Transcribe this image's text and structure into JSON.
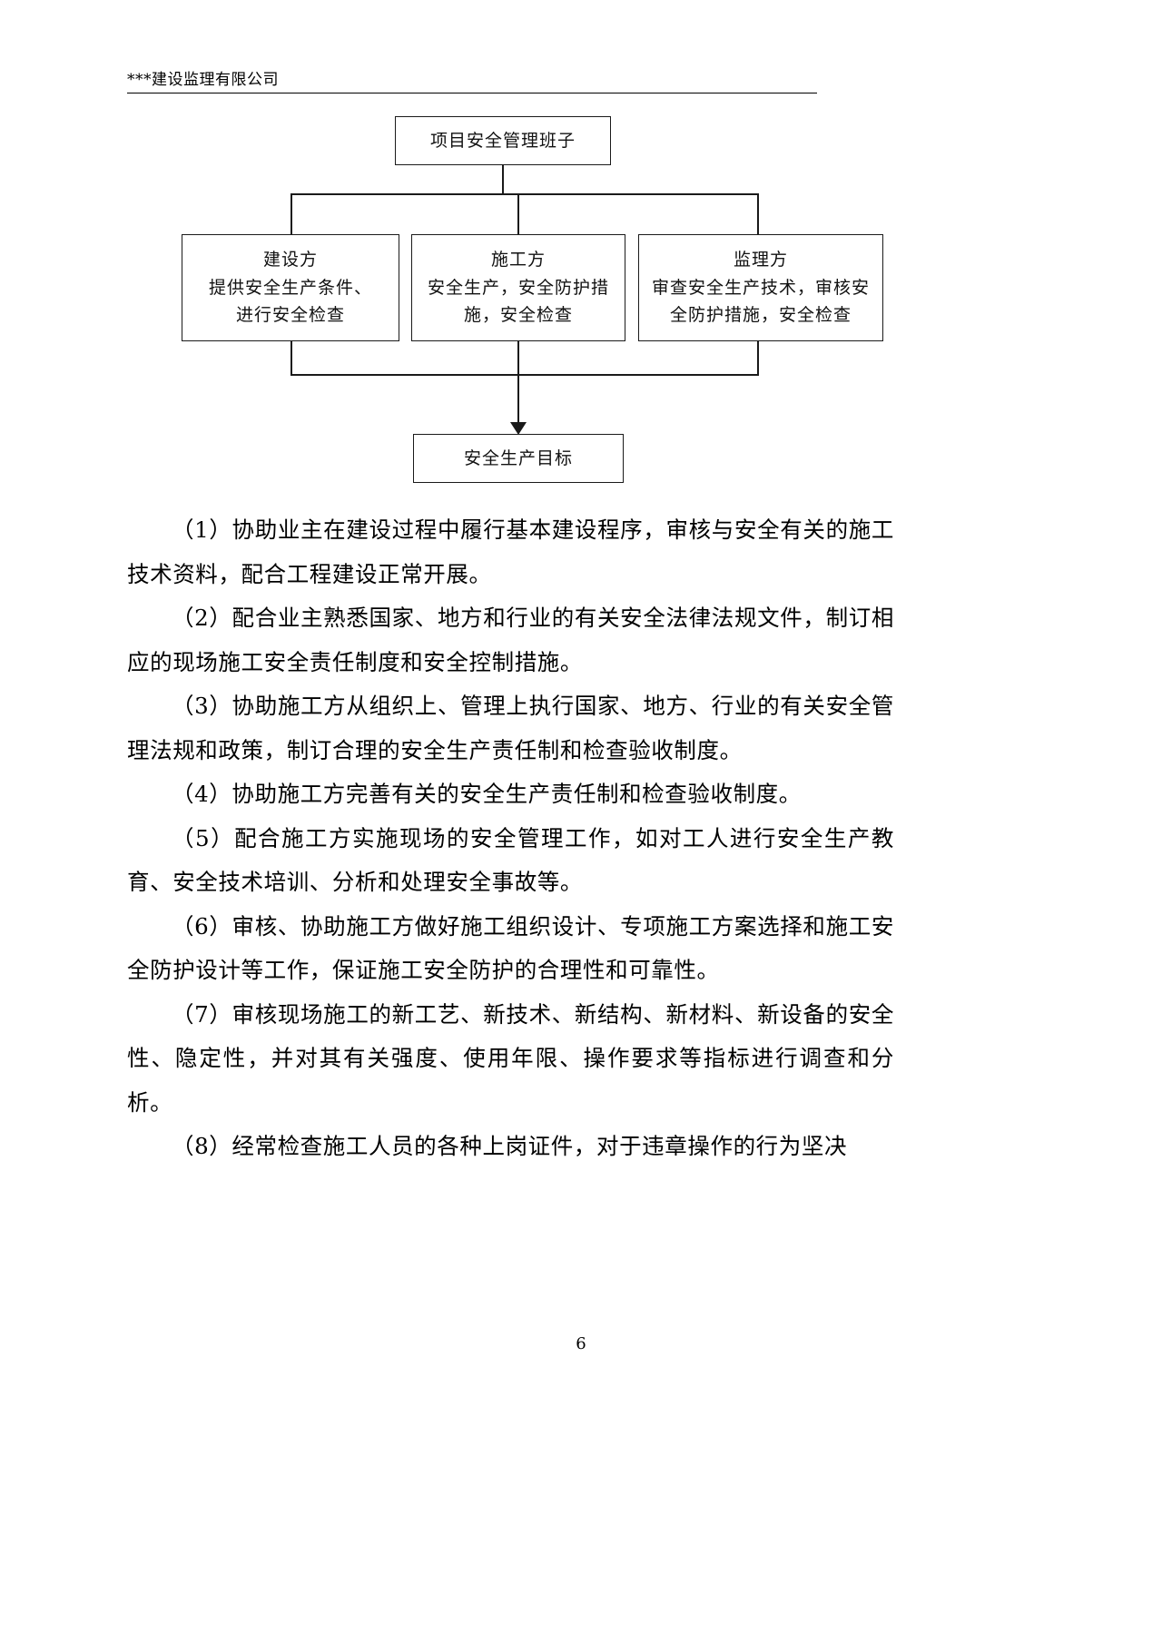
{
  "header": {
    "company": "***建设监理有限公司"
  },
  "flowchart": {
    "root": {
      "label": "项目安全管理班子"
    },
    "branches": [
      {
        "title": "建设方",
        "lines": [
          "提供安全生产条件、",
          "进行安全检查"
        ]
      },
      {
        "title": "施工方",
        "lines": [
          "安全生产，安全防护措",
          "施，安全检查"
        ]
      },
      {
        "title": "监理方",
        "lines": [
          "审查安全生产技术，审核安",
          "全防护措施，安全检查"
        ]
      }
    ],
    "goal": {
      "label": "安全生产目标"
    }
  },
  "body": {
    "paragraphs": [
      "（1）协助业主在建设过程中履行基本建设程序，审核与安全有关的施工技术资料，配合工程建设正常开展。",
      "（2）配合业主熟悉国家、地方和行业的有关安全法律法规文件，制订相应的现场施工安全责任制度和安全控制措施。",
      "（3）协助施工方从组织上、管理上执行国家、地方、行业的有关安全管理法规和政策，制订合理的安全生产责任制和检查验收制度。",
      "（4）协助施工方完善有关的安全生产责任制和检查验收制度。",
      "（5）配合施工方实施现场的安全管理工作，如对工人进行安全生产教育、安全技术培训、分析和处理安全事故等。",
      "（6）审核、协助施工方做好施工组织设计、专项施工方案选择和施工安全防护设计等工作，保证施工安全防护的合理性和可靠性。",
      "（7）审核现场施工的新工艺、新技术、新结构、新材料、新设备的安全性、隐定性，并对其有关强度、使用年限、操作要求等指标进行调查和分析。",
      "（8）经常检查施工人员的各种上岗证件，对于违章操作的行为坚决"
    ]
  },
  "footer": {
    "page_number": "6"
  }
}
